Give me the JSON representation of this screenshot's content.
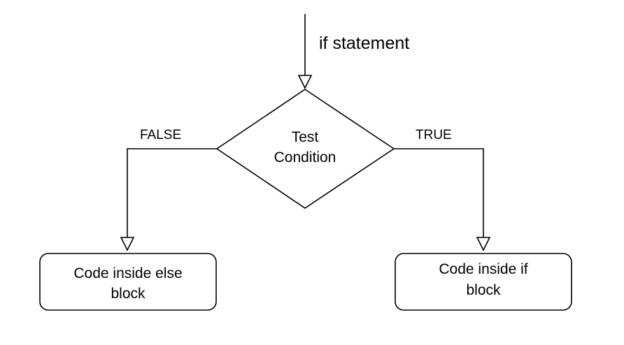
{
  "diagram": {
    "entry_label": "if statement",
    "decision": {
      "line1": "Test",
      "line2": "Condition"
    },
    "false_label": "FALSE",
    "true_label": "TRUE",
    "else_block": {
      "line1": "Code inside else",
      "line2": "block"
    },
    "if_block": {
      "line1": "Code inside if",
      "line2": "block"
    },
    "colors": {
      "stroke": "#000000",
      "fill": "#ffffff",
      "text": "#000000"
    }
  }
}
